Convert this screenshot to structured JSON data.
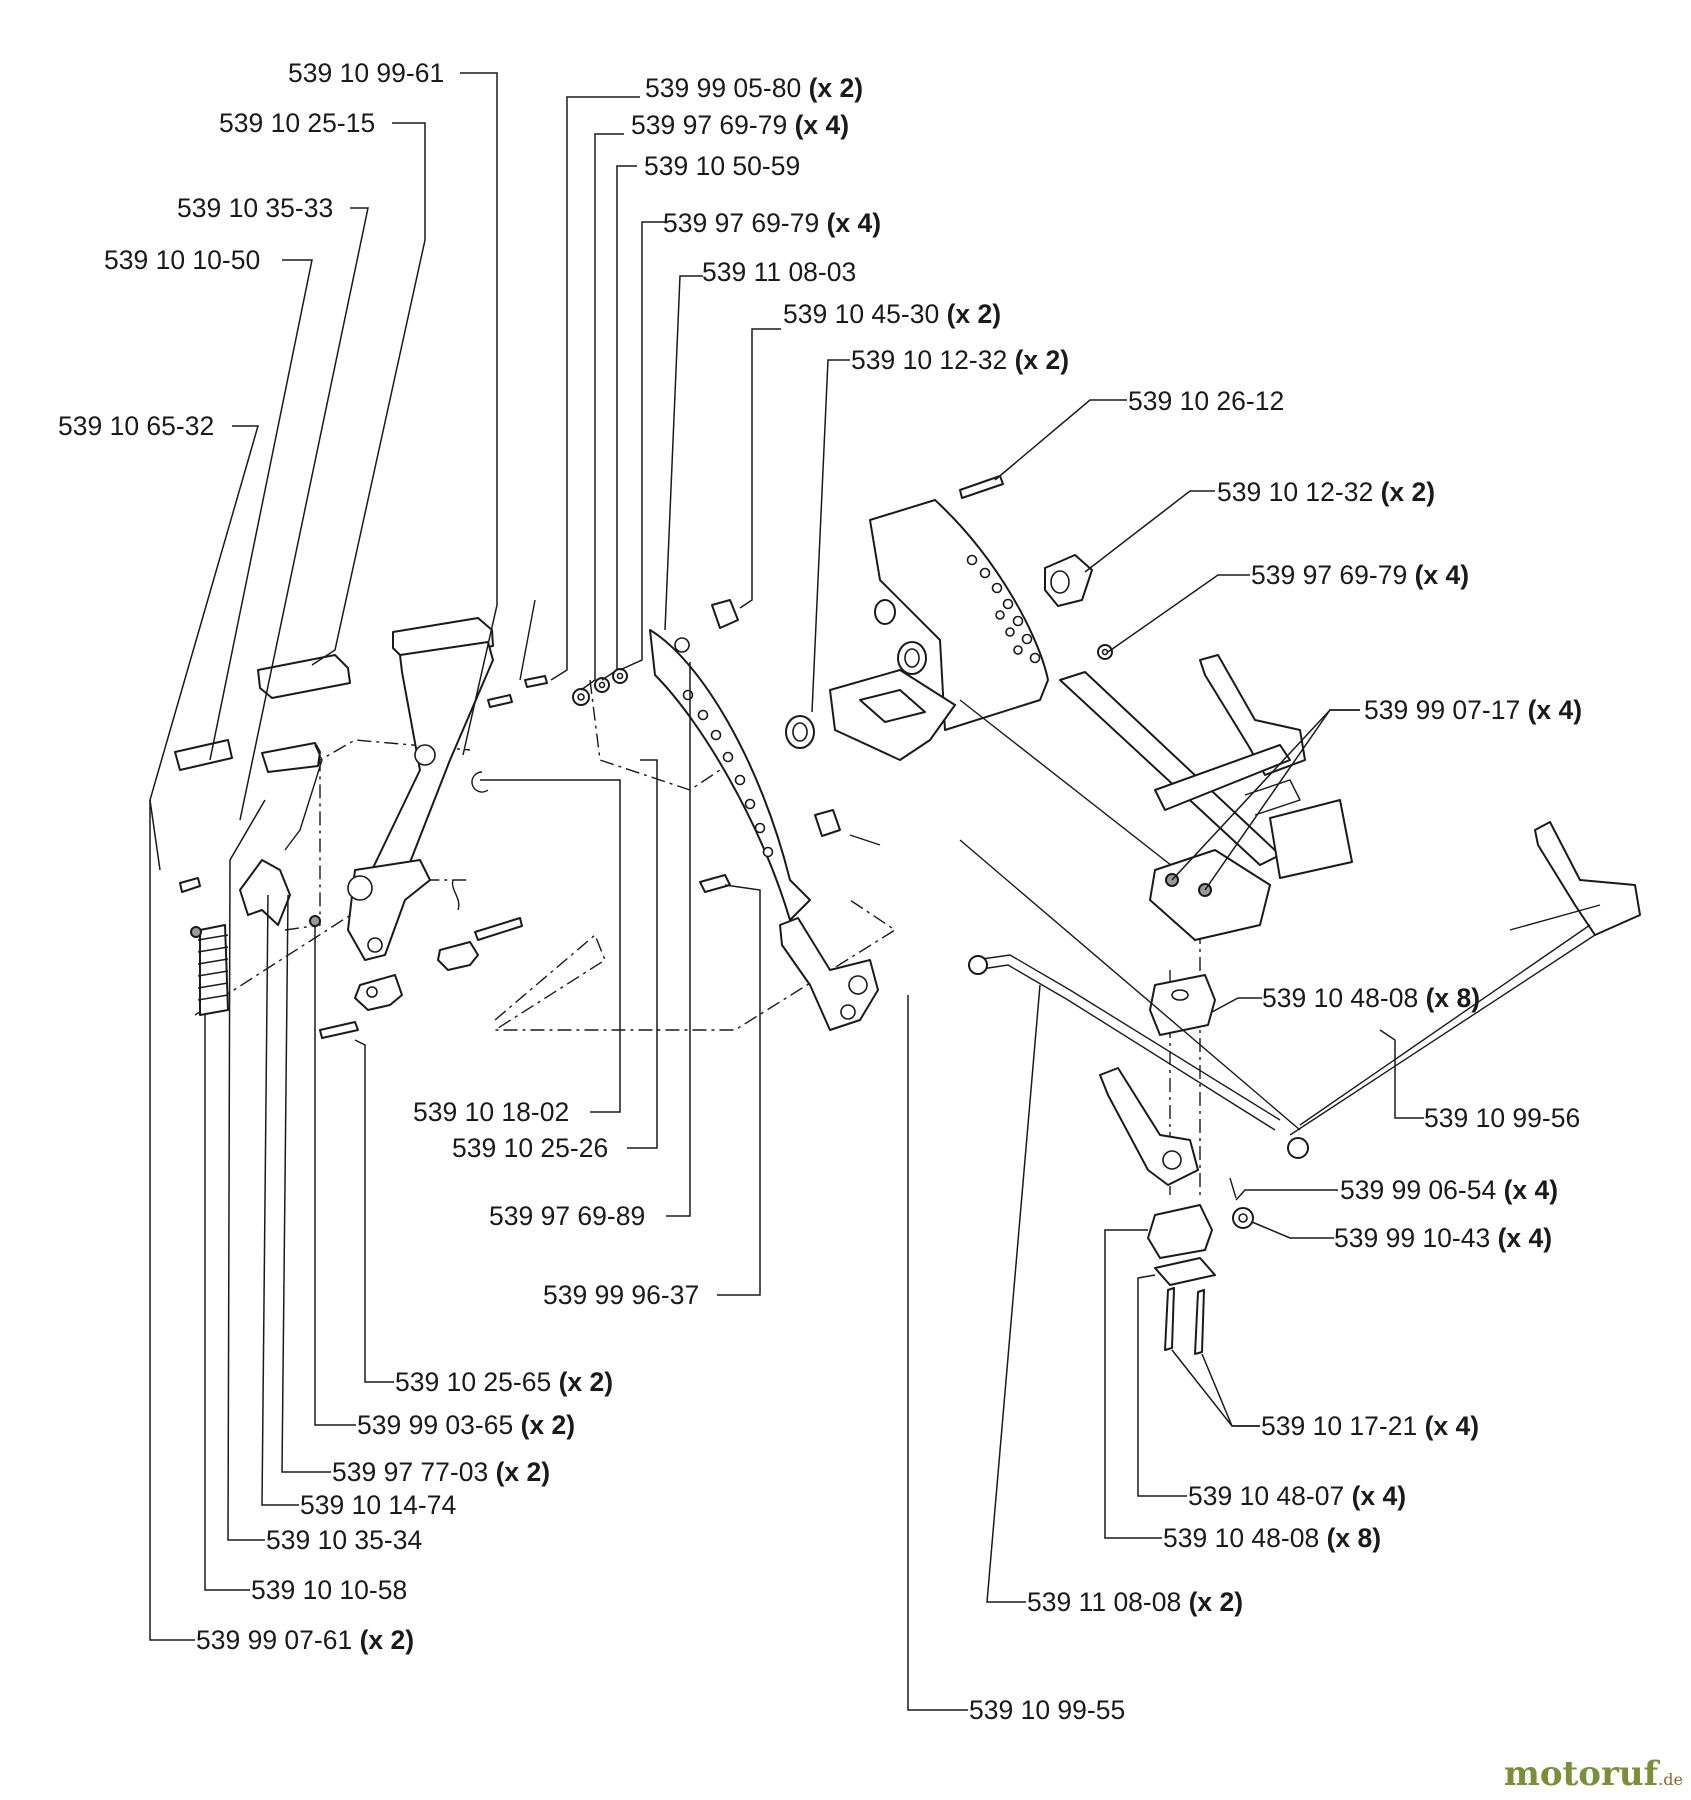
{
  "diagram": {
    "labels": [
      {
        "id": "lbl-01",
        "part": "539 10 99-61",
        "qty": ""
      },
      {
        "id": "lbl-02",
        "part": "539 99 05-80",
        "qty": "(x 2)"
      },
      {
        "id": "lbl-03",
        "part": "539 10 25-15",
        "qty": ""
      },
      {
        "id": "lbl-04",
        "part": "539 97 69-79",
        "qty": "(x 4)"
      },
      {
        "id": "lbl-05",
        "part": "539 10 50-59",
        "qty": ""
      },
      {
        "id": "lbl-06",
        "part": "539 10 35-33",
        "qty": ""
      },
      {
        "id": "lbl-07",
        "part": "539 97 69-79",
        "qty": "(x 4)"
      },
      {
        "id": "lbl-08",
        "part": "539 10 10-50",
        "qty": ""
      },
      {
        "id": "lbl-09",
        "part": "539 11 08-03",
        "qty": ""
      },
      {
        "id": "lbl-10",
        "part": "539 10 45-30",
        "qty": "(x 2)"
      },
      {
        "id": "lbl-11",
        "part": "539 10 12-32",
        "qty": "(x 2)"
      },
      {
        "id": "lbl-12",
        "part": "539 10 26-12",
        "qty": ""
      },
      {
        "id": "lbl-13",
        "part": "539 10 65-32",
        "qty": ""
      },
      {
        "id": "lbl-14",
        "part": "539 10 12-32",
        "qty": "(x 2)"
      },
      {
        "id": "lbl-15",
        "part": "539 97 69-79",
        "qty": "(x 4)"
      },
      {
        "id": "lbl-16",
        "part": "539 99 07-17",
        "qty": "(x 4)"
      },
      {
        "id": "lbl-17",
        "part": "539 10 48-08",
        "qty": "(x 8)"
      },
      {
        "id": "lbl-18",
        "part": "539 10 18-02",
        "qty": ""
      },
      {
        "id": "lbl-19",
        "part": "539 10 99-56",
        "qty": ""
      },
      {
        "id": "lbl-20",
        "part": "539 10 25-26",
        "qty": ""
      },
      {
        "id": "lbl-21",
        "part": "539 99 06-54",
        "qty": "(x 4)"
      },
      {
        "id": "lbl-22",
        "part": "539 97 69-89",
        "qty": ""
      },
      {
        "id": "lbl-23",
        "part": "539 99 10-43",
        "qty": "(x 4)"
      },
      {
        "id": "lbl-24",
        "part": "539 99 96-37",
        "qty": ""
      },
      {
        "id": "lbl-25",
        "part": "539 10 25-65",
        "qty": "(x 2)"
      },
      {
        "id": "lbl-26",
        "part": "539 99 03-65",
        "qty": "(x 2)"
      },
      {
        "id": "lbl-27",
        "part": "539 10 17-21",
        "qty": "(x 4)"
      },
      {
        "id": "lbl-28",
        "part": "539 97 77-03",
        "qty": "(x 2)"
      },
      {
        "id": "lbl-29",
        "part": "539 10 48-07",
        "qty": "(x 4)"
      },
      {
        "id": "lbl-30",
        "part": "539 10 14-74",
        "qty": ""
      },
      {
        "id": "lbl-31",
        "part": "539 10 48-08",
        "qty": "(x 8)"
      },
      {
        "id": "lbl-32",
        "part": "539 10 35-34",
        "qty": ""
      },
      {
        "id": "lbl-33",
        "part": "539 10 10-58",
        "qty": ""
      },
      {
        "id": "lbl-34",
        "part": "539 11 08-08",
        "qty": "(x 2)"
      },
      {
        "id": "lbl-35",
        "part": "539 99 07-61",
        "qty": "(x 2)"
      },
      {
        "id": "lbl-36",
        "part": "539 10 99-55",
        "qty": ""
      }
    ]
  },
  "watermark": {
    "brand": "motoruf",
    "suffix": ".de"
  }
}
